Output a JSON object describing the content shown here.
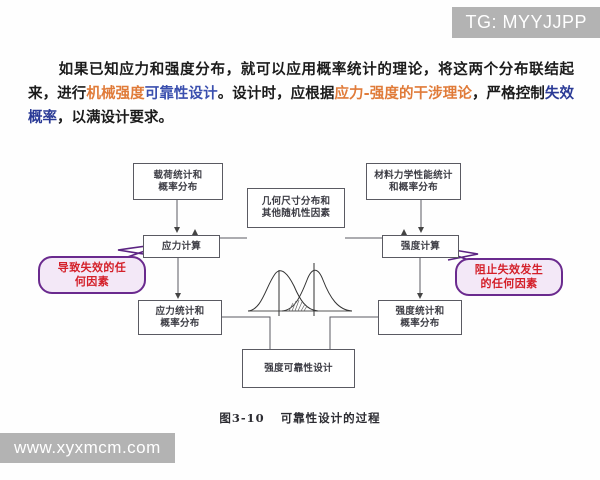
{
  "watermarks": {
    "top_right": "TG: MYYJJPP",
    "bottom_left": "www.xyxmcm.com",
    "band_color": "#b3b3b3"
  },
  "paragraph": {
    "seg1": "如果已知应力和强度分布，就可以应用概率统计的理论，将这两个分布联结起来，进行",
    "seg2_orange": "机械强度",
    "seg3_blue": "可靠性设计",
    "seg4": "。设计时，应根据",
    "seg5_orange": "应力-强度",
    "seg6_orange": "的干涉理论",
    "seg7": "，严格控制",
    "seg8_blue": "失效概率",
    "seg9": "，以满设计要求。",
    "colors": {
      "orange": "#e07b39",
      "blue": "#3a4fae",
      "body": "#1b1b1b"
    }
  },
  "diagram": {
    "nodes": [
      {
        "id": "load",
        "label": "载荷统计和\n概率分布"
      },
      {
        "id": "material",
        "label": "材料力学性能统计\n和概率分布"
      },
      {
        "id": "geometry",
        "label": "几何尺寸分布和\n其他随机性因素"
      },
      {
        "id": "stress-calc",
        "label": "应力计算"
      },
      {
        "id": "strength-calc",
        "label": "强度计算"
      },
      {
        "id": "stress-dist",
        "label": "应力统计和\n概率分布"
      },
      {
        "id": "strength-dist",
        "label": "强度统计和\n概率分布"
      },
      {
        "id": "reliability",
        "label": "强度可靠性设计"
      }
    ],
    "callouts": [
      {
        "id": "left",
        "label": "导致失效的任\n何因素",
        "color": "#d4202a",
        "border": "#6a2a8e",
        "fill": "#f3e8f7"
      },
      {
        "id": "right",
        "label": "阻止失效发生\n的任何因素",
        "color": "#d4202a",
        "border": "#6a2a8e",
        "fill": "#f3e8f7"
      }
    ],
    "curve_note": "两条正态分布曲线（应力分布与强度分布）相交，交叠区用阴影线表示干涉区"
  },
  "caption": {
    "figure_number": "图3-10",
    "figure_title": "可靠性设计的过程"
  }
}
